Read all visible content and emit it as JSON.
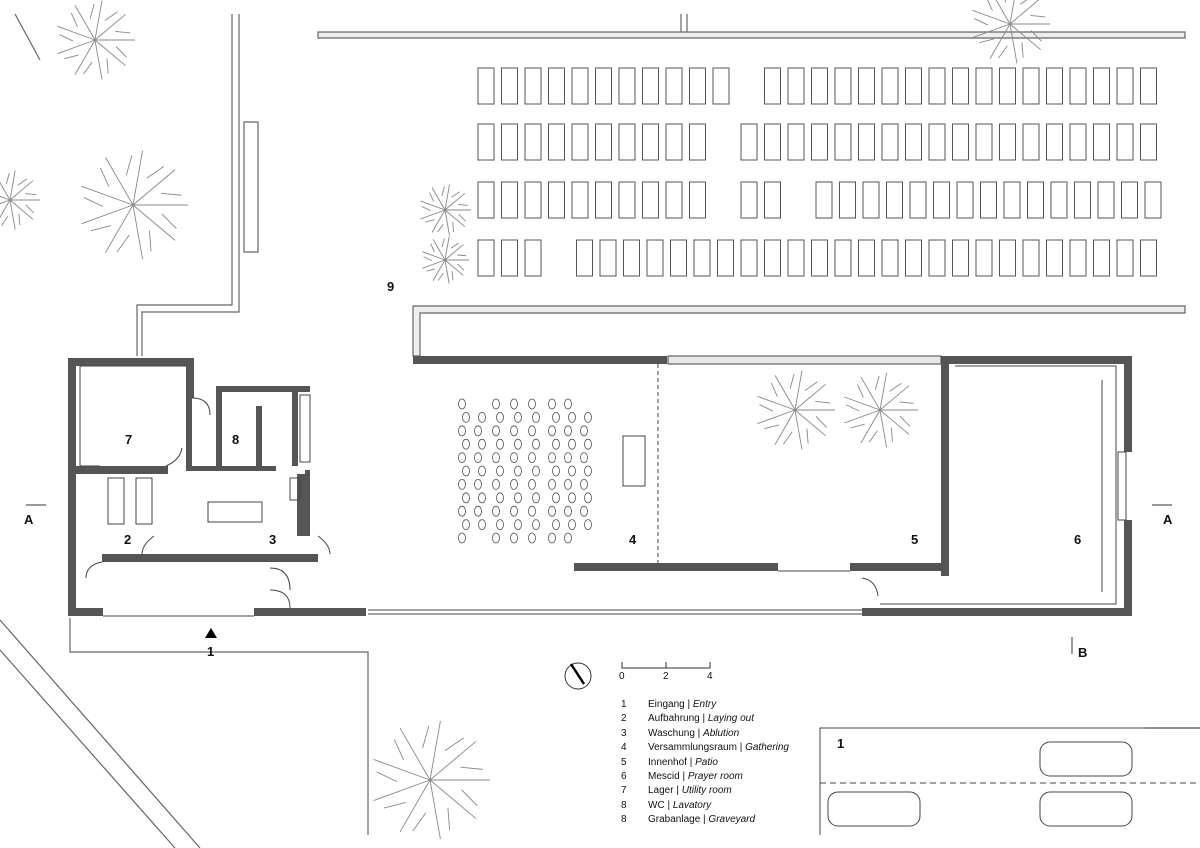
{
  "room_labels": {
    "r1": "1",
    "r2": "2",
    "r3": "3",
    "r4": "4",
    "r5": "5",
    "r6": "6",
    "r7": "7",
    "r8": "8",
    "r9": "9"
  },
  "section_marks": {
    "a_left": "A",
    "a_right": "A",
    "b": "B"
  },
  "scale": {
    "t0": "0",
    "t2": "2",
    "t4": "4"
  },
  "legend": [
    {
      "num": "1",
      "de": "Eingang",
      "en": "Entry"
    },
    {
      "num": "2",
      "de": "Aufbahrung",
      "en": "Laying out"
    },
    {
      "num": "3",
      "de": "Waschung",
      "en": "Ablution"
    },
    {
      "num": "4",
      "de": "Versammlungsraum",
      "en": "Gathering"
    },
    {
      "num": "5",
      "de": "Innenhof",
      "en": "Patio"
    },
    {
      "num": "6",
      "de": "Mescid",
      "en": "Prayer room"
    },
    {
      "num": "7",
      "de": "Lager",
      "en": "Utility room"
    },
    {
      "num": "8",
      "de": "WC",
      "en": "Lavatory"
    },
    {
      "num": "8",
      "de": "Grabanlage",
      "en": "Graveyard"
    }
  ],
  "parking_label": "1",
  "colors": {
    "wall": "#555555",
    "line": "#444444",
    "light": "#888888",
    "bg": "#ffffff"
  }
}
